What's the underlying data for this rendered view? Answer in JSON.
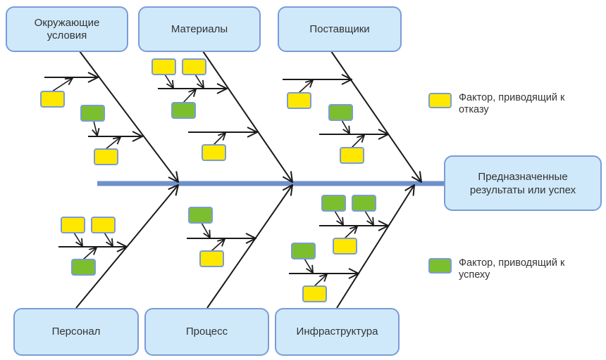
{
  "diagram": {
    "type": "fishbone",
    "colors": {
      "spine": "#6f90cc",
      "box_fill": "#cfe9fa",
      "box_border": "#7b9bd6",
      "failure_factor": "#ffe800",
      "success_factor": "#7cbf2e",
      "arrow": "#1a1a1a"
    },
    "outcome": {
      "label": "Предназначенные результаты или успех"
    },
    "categories": [
      {
        "id": "environment",
        "label": "Окружающие условия",
        "side": "top",
        "branches": [
          {
            "factors": [
              "failure"
            ]
          },
          {
            "factors": [
              "success",
              "failure"
            ]
          }
        ]
      },
      {
        "id": "materials",
        "label": "Материалы",
        "side": "top",
        "branches": [
          {
            "factors": [
              "failure",
              "failure",
              "success"
            ]
          },
          {
            "factors": [
              "failure"
            ]
          }
        ]
      },
      {
        "id": "suppliers",
        "label": "Поставщики",
        "side": "top",
        "branches": [
          {
            "factors": [
              "failure"
            ]
          },
          {
            "factors": [
              "success",
              "failure"
            ]
          }
        ]
      },
      {
        "id": "personnel",
        "label": "Персонал",
        "side": "bottom",
        "branches": [
          {
            "factors": [
              "failure",
              "failure",
              "success"
            ]
          }
        ]
      },
      {
        "id": "process",
        "label": "Процесс",
        "side": "bottom",
        "branches": [
          {
            "factors": [
              "success",
              "failure"
            ]
          }
        ]
      },
      {
        "id": "infrastructure",
        "label": "Инфраструктура",
        "side": "bottom",
        "branches": [
          {
            "factors": [
              "success",
              "success",
              "failure"
            ]
          },
          {
            "factors": [
              "success",
              "failure"
            ]
          }
        ]
      }
    ],
    "legend": [
      {
        "kind": "failure",
        "label": "Фактор, приводящий к отказу"
      },
      {
        "kind": "success",
        "label": "Фактор, приводящий к успеху"
      }
    ]
  }
}
